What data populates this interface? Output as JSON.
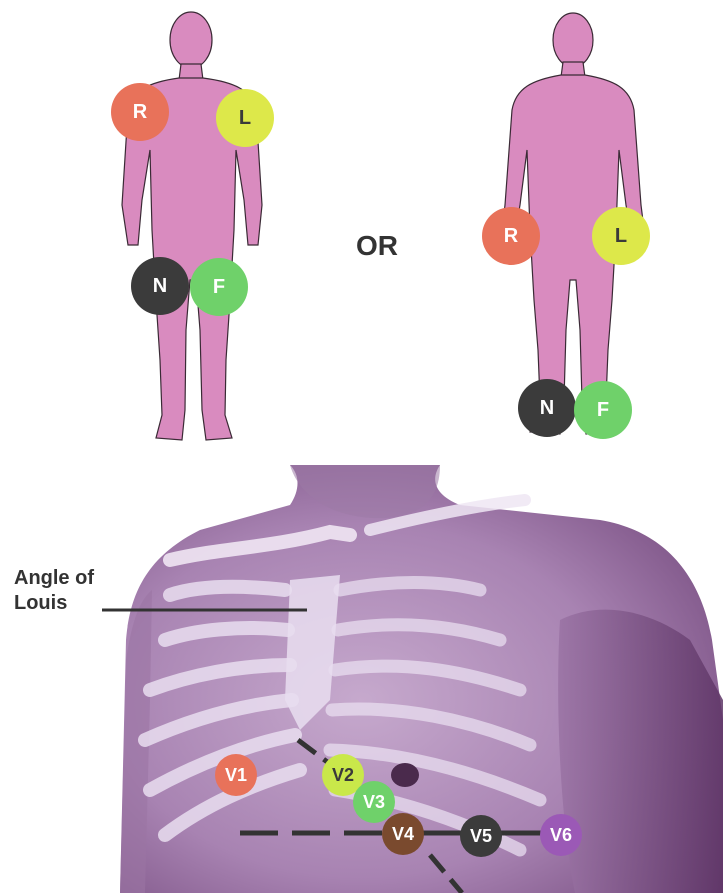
{
  "or_label": "OR",
  "angle_label": {
    "line1": "Angle of",
    "line2": "Louis"
  },
  "limb_leads": {
    "R": "R",
    "L": "L",
    "N": "N",
    "F": "F"
  },
  "precordial_leads": {
    "V1": "V1",
    "V2": "V2",
    "V3": "V3",
    "V4": "V4",
    "V5": "V5",
    "V6": "V6"
  },
  "colors": {
    "body": "#d98bbf",
    "R": "#e8725a",
    "L": "#dde84a",
    "N": "#3b3b3b",
    "F": "#6fd16a",
    "V1": "#e8725a",
    "V2": "#c9e84a",
    "V3": "#6fd16a",
    "V4": "#7a4a2e",
    "V5": "#3b3b3b",
    "V6": "#9b59b6",
    "skin": "#8e5f96",
    "skin_light": "#b998c0",
    "ribs": "#e9def0"
  }
}
